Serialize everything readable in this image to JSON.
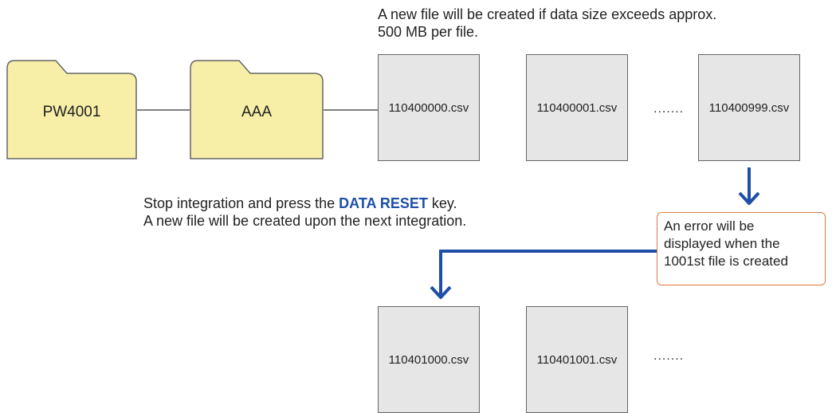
{
  "notes": {
    "file_size_line1": "A new file will be created if data size exceeds approx.",
    "file_size_line2": "500 MB per file.",
    "reset_prefix": "Stop integration and press the ",
    "reset_key": "DATA RESET",
    "reset_suffix": " key.",
    "reset_line2": "A new file will be created upon the next integration."
  },
  "folders": [
    {
      "label": "PW4001"
    },
    {
      "label": "AAA"
    }
  ],
  "files_row1": [
    "110400000.csv",
    "110400001.csv",
    "110400999.csv"
  ],
  "files_row2": [
    "110401000.csv",
    "110401001.csv"
  ],
  "ellipsis": ".......",
  "callout": {
    "line1": "An error will be",
    "line2": "displayed when the",
    "line3": "1001st file is created"
  },
  "colors": {
    "folder_fill": "#f7efa8",
    "file_fill": "#e6e6e6",
    "arrow": "#1e4fa8",
    "callout_border": "#e07a40",
    "keyword": "#1e4fa8"
  }
}
